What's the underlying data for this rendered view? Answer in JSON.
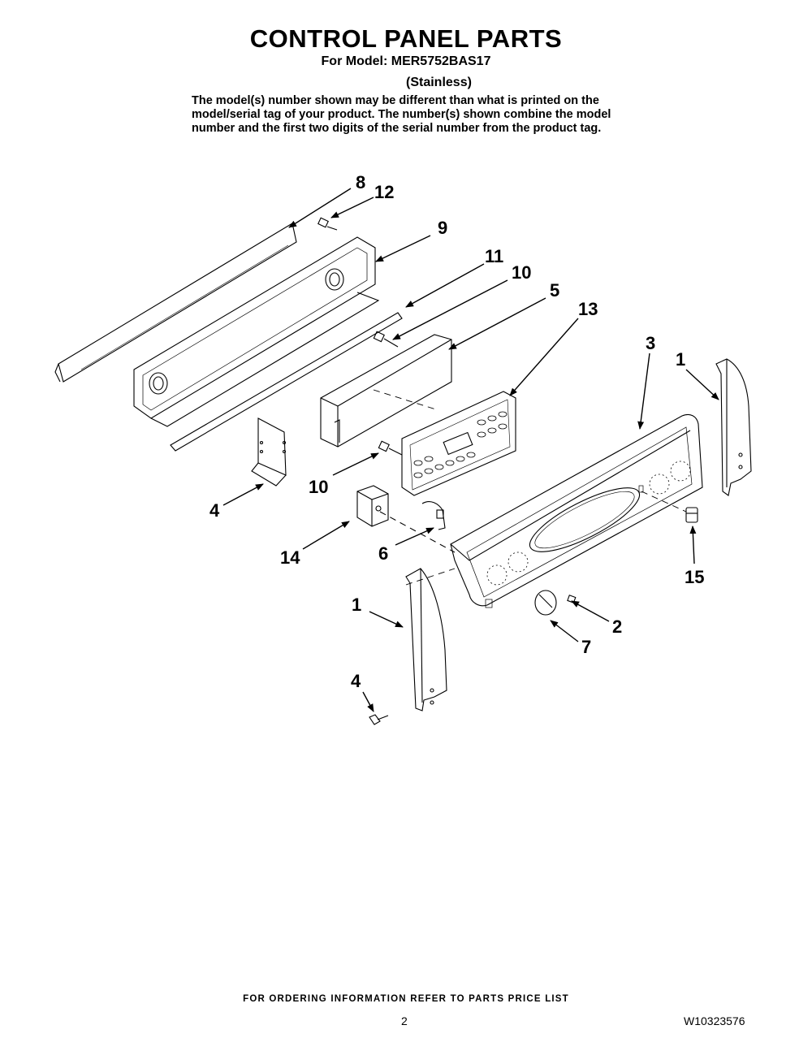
{
  "header": {
    "title": "CONTROL PANEL PARTS",
    "model": "For Model: MER5752BAS17",
    "finish": "(Stainless)",
    "note": "The model(s) number shown may be different than what is printed on the model/serial tag of your product. The number(s) shown combine the model number and the first two digits of the serial number from the product tag."
  },
  "callouts": {
    "c8": "8",
    "c12": "12",
    "c9": "9",
    "c11": "11",
    "c10a": "10",
    "c5": "5",
    "c13": "13",
    "c3": "3",
    "c1a": "1",
    "c4a": "4",
    "c10b": "10",
    "c14": "14",
    "c6": "6",
    "c15": "15",
    "c1b": "1",
    "c2": "2",
    "c7": "7",
    "c4b": "4"
  },
  "footer": {
    "ordering": "FOR ORDERING INFORMATION REFER TO PARTS PRICE LIST",
    "page_number": "2",
    "document_number": "W10323576"
  },
  "colors": {
    "ink": "#000000",
    "background": "#ffffff"
  }
}
